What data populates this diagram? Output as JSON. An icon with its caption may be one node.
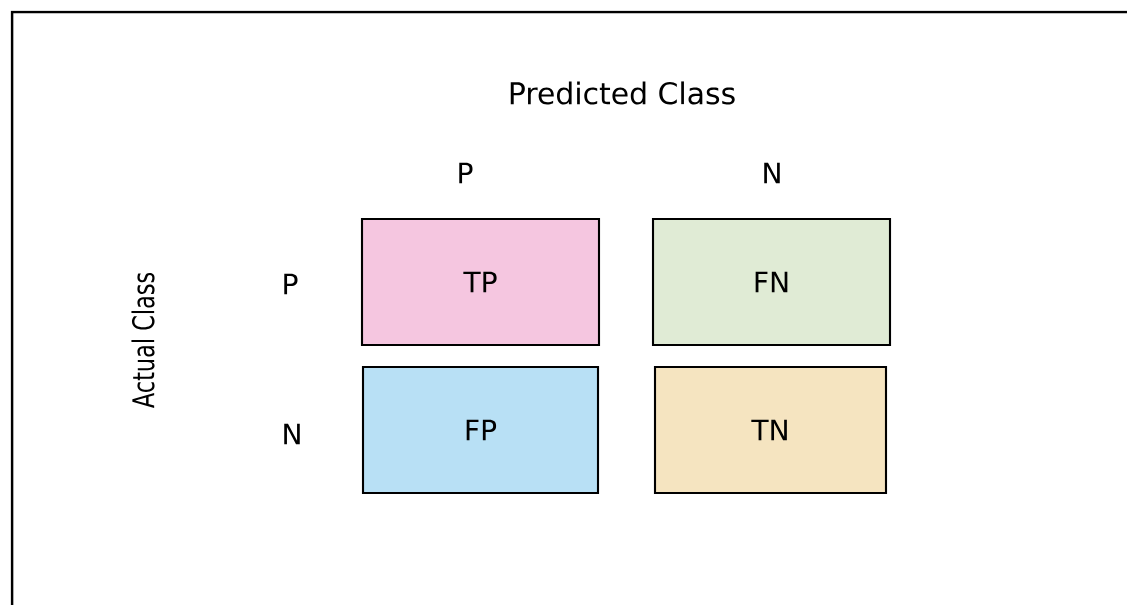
{
  "diagram": {
    "nodes": [
      {
        "text": [
          "TP"
        ]
      },
      {
        "text": [
          "FN"
        ]
      },
      {
        "text": [
          "FP"
        ]
      },
      {
        "text": [
          "TN"
        ]
      }
    ],
    "labels": [
      "Predicted Class",
      "P",
      "N",
      "Actual Class",
      "P",
      "N"
    ]
  }
}
